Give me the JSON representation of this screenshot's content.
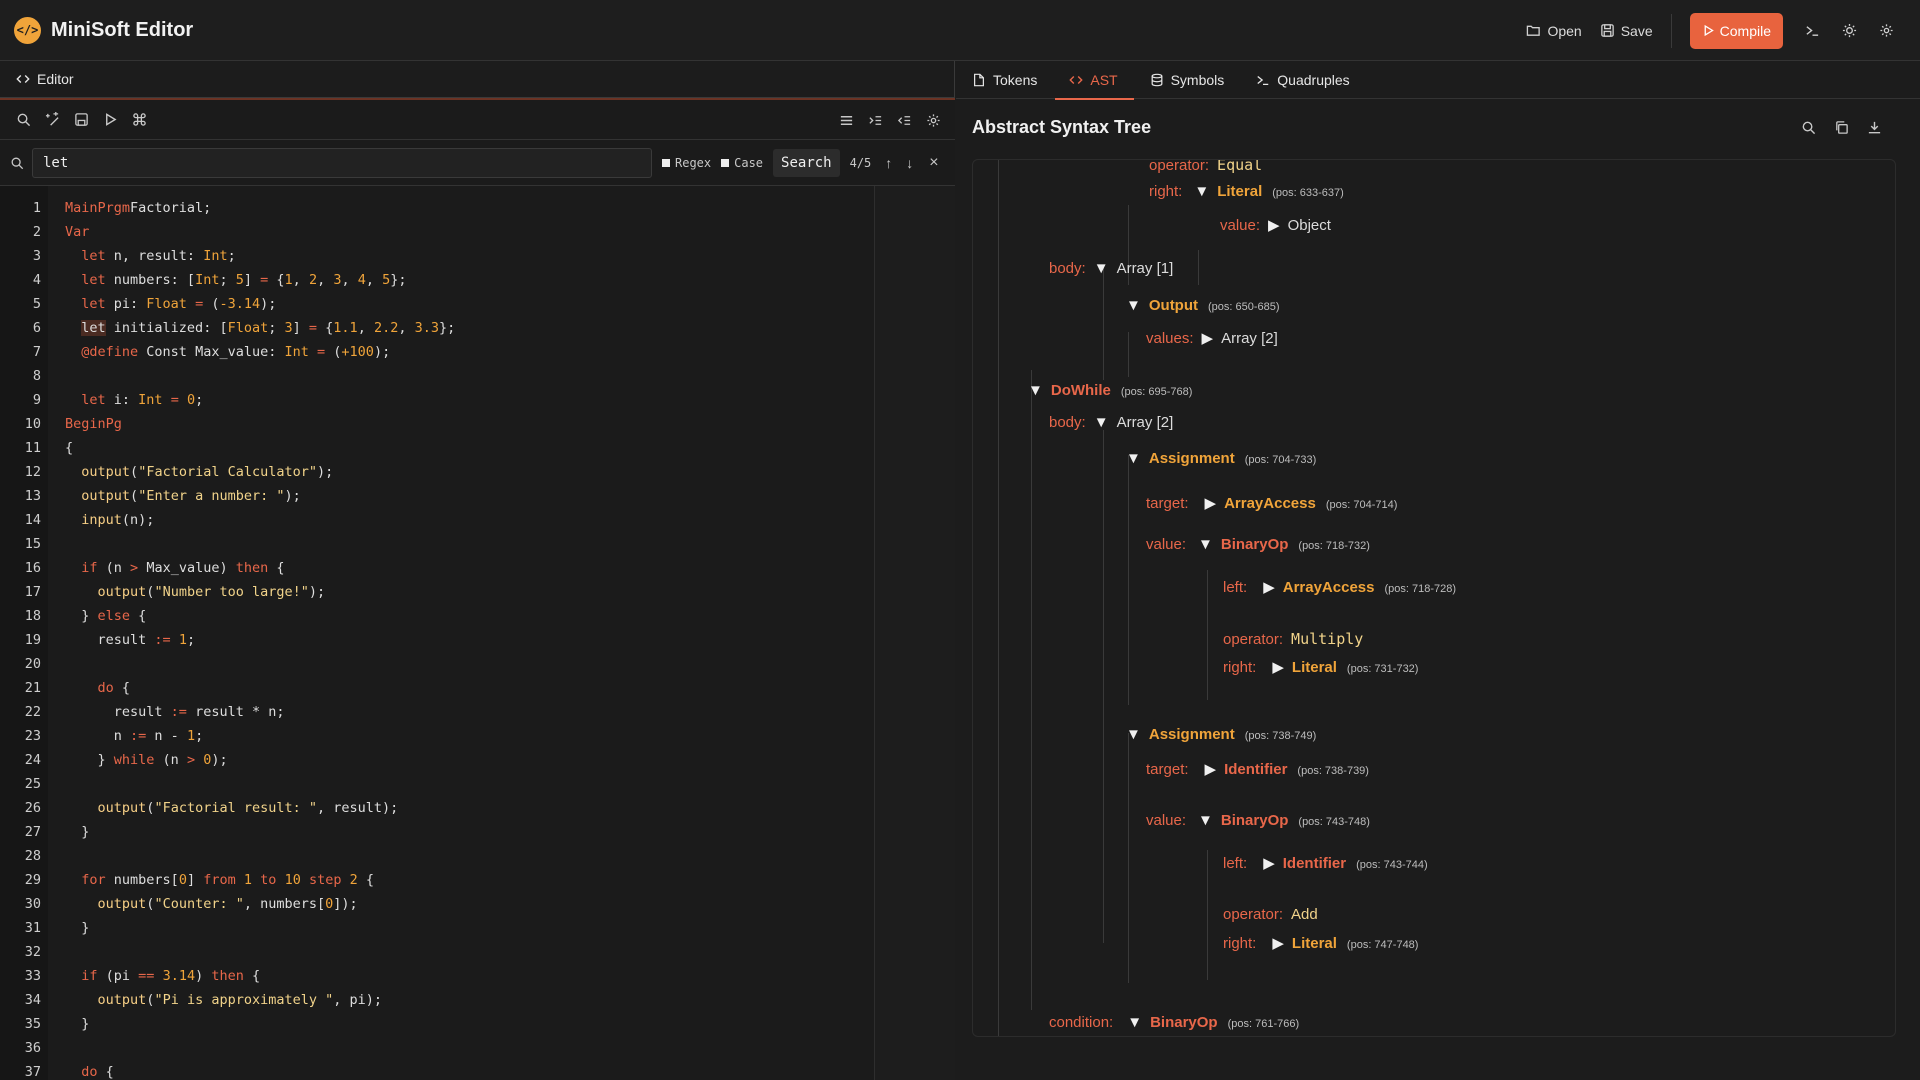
{
  "app": {
    "title": "MiniSoft Editor",
    "logo_glyph": "</>"
  },
  "toolbar": {
    "open": "Open",
    "save": "Save",
    "compile": "Compile"
  },
  "editor": {
    "tab": "Editor",
    "search": {
      "value": "let",
      "regex": "Regex",
      "case": "Case",
      "button": "Search",
      "count": "4/5",
      "up": "↑",
      "down": "↓",
      "close": "×"
    },
    "lines": [
      {
        "n": "1",
        "t": [
          [
            "kw",
            "MainPrgm"
          ],
          [
            "",
            "Factorial;"
          ]
        ]
      },
      {
        "n": "2",
        "t": [
          [
            "kw",
            "Var"
          ]
        ]
      },
      {
        "n": "3",
        "t": [
          [
            "",
            "  "
          ],
          [
            "kw",
            "let"
          ],
          [
            "",
            " n, result: "
          ],
          [
            "ty",
            "Int"
          ],
          [
            "",
            ";"
          ]
        ]
      },
      {
        "n": "4",
        "t": [
          [
            "",
            "  "
          ],
          [
            "kw",
            "let"
          ],
          [
            "",
            " numbers: ["
          ],
          [
            "ty",
            "Int"
          ],
          [
            "",
            "; "
          ],
          [
            "num",
            "5"
          ],
          [
            "",
            "] "
          ],
          [
            "kw",
            "="
          ],
          [
            "",
            " {"
          ],
          [
            "num",
            "1"
          ],
          [
            "",
            ", "
          ],
          [
            "num",
            "2"
          ],
          [
            "",
            ", "
          ],
          [
            "num",
            "3"
          ],
          [
            "",
            ", "
          ],
          [
            "num",
            "4"
          ],
          [
            "",
            ", "
          ],
          [
            "num",
            "5"
          ],
          [
            "",
            "};"
          ]
        ]
      },
      {
        "n": "5",
        "t": [
          [
            "",
            "  "
          ],
          [
            "kw",
            "let"
          ],
          [
            "",
            " pi: "
          ],
          [
            "ty",
            "Float"
          ],
          [
            "",
            " "
          ],
          [
            "kw",
            "="
          ],
          [
            "",
            " ("
          ],
          [
            "num",
            "-3.14"
          ],
          [
            "",
            ");"
          ]
        ]
      },
      {
        "n": "6",
        "t": [
          [
            "",
            "  "
          ],
          [
            "hl",
            "let"
          ],
          [
            "",
            " initialized: ["
          ],
          [
            "ty",
            "Float"
          ],
          [
            "",
            "; "
          ],
          [
            "num",
            "3"
          ],
          [
            "",
            "] "
          ],
          [
            "kw",
            "="
          ],
          [
            "",
            " {"
          ],
          [
            "num",
            "1.1"
          ],
          [
            "",
            ", "
          ],
          [
            "num",
            "2.2"
          ],
          [
            "",
            ", "
          ],
          [
            "num",
            "3.3"
          ],
          [
            "",
            "};"
          ]
        ]
      },
      {
        "n": "7",
        "t": [
          [
            "",
            "  "
          ],
          [
            "kw",
            "@define"
          ],
          [
            "",
            " Const Max_value: "
          ],
          [
            "ty",
            "Int"
          ],
          [
            "",
            " "
          ],
          [
            "kw",
            "="
          ],
          [
            "",
            " ("
          ],
          [
            "num",
            "+100"
          ],
          [
            "",
            ");"
          ]
        ]
      },
      {
        "n": "8",
        "t": []
      },
      {
        "n": "9",
        "t": [
          [
            "",
            "  "
          ],
          [
            "kw",
            "let"
          ],
          [
            "",
            " i: "
          ],
          [
            "ty",
            "Int"
          ],
          [
            "",
            " "
          ],
          [
            "kw",
            "="
          ],
          [
            "",
            " "
          ],
          [
            "num",
            "0"
          ],
          [
            "",
            ";"
          ]
        ]
      },
      {
        "n": "10",
        "t": [
          [
            "kw",
            "BeginPg"
          ]
        ]
      },
      {
        "n": "11",
        "t": [
          [
            "",
            "{"
          ]
        ]
      },
      {
        "n": "12",
        "t": [
          [
            "",
            "  "
          ],
          [
            "fn",
            "output"
          ],
          [
            "",
            "("
          ],
          [
            "str",
            "\"Factorial Calculator\""
          ],
          [
            "",
            ");"
          ]
        ]
      },
      {
        "n": "13",
        "t": [
          [
            "",
            "  "
          ],
          [
            "fn",
            "output"
          ],
          [
            "",
            "("
          ],
          [
            "str",
            "\"Enter a number: \""
          ],
          [
            "",
            ");"
          ]
        ]
      },
      {
        "n": "14",
        "t": [
          [
            "",
            "  "
          ],
          [
            "fn",
            "input"
          ],
          [
            "",
            "(n);"
          ]
        ]
      },
      {
        "n": "15",
        "t": []
      },
      {
        "n": "16",
        "t": [
          [
            "",
            "  "
          ],
          [
            "kw",
            "if"
          ],
          [
            "",
            " (n "
          ],
          [
            "kw",
            ">"
          ],
          [
            "",
            " Max_value) "
          ],
          [
            "kw",
            "then"
          ],
          [
            "",
            " {"
          ]
        ]
      },
      {
        "n": "17",
        "t": [
          [
            "",
            "    "
          ],
          [
            "fn",
            "output"
          ],
          [
            "",
            "("
          ],
          [
            "str",
            "\"Number too large!\""
          ],
          [
            "",
            ");"
          ]
        ]
      },
      {
        "n": "18",
        "t": [
          [
            "",
            "  } "
          ],
          [
            "kw",
            "else"
          ],
          [
            "",
            " {"
          ]
        ]
      },
      {
        "n": "19",
        "t": [
          [
            "",
            "    result "
          ],
          [
            "kw",
            ":="
          ],
          [
            "",
            " "
          ],
          [
            "num",
            "1"
          ],
          [
            "",
            ";"
          ]
        ]
      },
      {
        "n": "20",
        "t": []
      },
      {
        "n": "21",
        "t": [
          [
            "",
            "    "
          ],
          [
            "kw",
            "do"
          ],
          [
            "",
            " {"
          ]
        ]
      },
      {
        "n": "22",
        "t": [
          [
            "",
            "      result "
          ],
          [
            "kw",
            ":="
          ],
          [
            "",
            " result * n;"
          ]
        ]
      },
      {
        "n": "23",
        "t": [
          [
            "",
            "      n "
          ],
          [
            "kw",
            ":="
          ],
          [
            "",
            " n - "
          ],
          [
            "num",
            "1"
          ],
          [
            "",
            ";"
          ]
        ]
      },
      {
        "n": "24",
        "t": [
          [
            "",
            "    } "
          ],
          [
            "kw",
            "while"
          ],
          [
            "",
            " (n "
          ],
          [
            "kw",
            ">"
          ],
          [
            "",
            " "
          ],
          [
            "num",
            "0"
          ],
          [
            "",
            ");"
          ]
        ]
      },
      {
        "n": "25",
        "t": []
      },
      {
        "n": "26",
        "t": [
          [
            "",
            "    "
          ],
          [
            "fn",
            "output"
          ],
          [
            "",
            "("
          ],
          [
            "str",
            "\"Factorial result: \""
          ],
          [
            "",
            ", result);"
          ]
        ]
      },
      {
        "n": "27",
        "t": [
          [
            "",
            "  }"
          ]
        ]
      },
      {
        "n": "28",
        "t": []
      },
      {
        "n": "29",
        "t": [
          [
            "",
            "  "
          ],
          [
            "kw",
            "for"
          ],
          [
            "",
            " numbers["
          ],
          [
            "num",
            "0"
          ],
          [
            "",
            "] "
          ],
          [
            "kw",
            "from"
          ],
          [
            "",
            " "
          ],
          [
            "num",
            "1"
          ],
          [
            "",
            " "
          ],
          [
            "kw",
            "to"
          ],
          [
            "",
            " "
          ],
          [
            "num",
            "10"
          ],
          [
            "",
            " "
          ],
          [
            "kw",
            "step"
          ],
          [
            "",
            " "
          ],
          [
            "num",
            "2"
          ],
          [
            "",
            " {"
          ]
        ]
      },
      {
        "n": "30",
        "t": [
          [
            "",
            "    "
          ],
          [
            "fn",
            "output"
          ],
          [
            "",
            "("
          ],
          [
            "str",
            "\"Counter: \""
          ],
          [
            "",
            ", numbers["
          ],
          [
            "num",
            "0"
          ],
          [
            "",
            "]);"
          ]
        ]
      },
      {
        "n": "31",
        "t": [
          [
            "",
            "  }"
          ]
        ]
      },
      {
        "n": "32",
        "t": []
      },
      {
        "n": "33",
        "t": [
          [
            "",
            "  "
          ],
          [
            "kw",
            "if"
          ],
          [
            "",
            " (pi "
          ],
          [
            "kw",
            "=="
          ],
          [
            "",
            " "
          ],
          [
            "num",
            "3.14"
          ],
          [
            "",
            ") "
          ],
          [
            "kw",
            "then"
          ],
          [
            "",
            " {"
          ]
        ]
      },
      {
        "n": "34",
        "t": [
          [
            "",
            "    "
          ],
          [
            "fn",
            "output"
          ],
          [
            "",
            "("
          ],
          [
            "str",
            "\"Pi is approximately \""
          ],
          [
            "",
            ", pi);"
          ]
        ]
      },
      {
        "n": "35",
        "t": [
          [
            "",
            "  }"
          ]
        ]
      },
      {
        "n": "36",
        "t": []
      },
      {
        "n": "37",
        "t": [
          [
            "",
            "  "
          ],
          [
            "kw",
            "do"
          ],
          [
            "",
            " {"
          ]
        ]
      }
    ]
  },
  "panel": {
    "tabs": [
      "Tokens",
      "AST",
      "Symbols",
      "Quadruples"
    ],
    "active_tab": "AST",
    "title": "Abstract Syntax Tree",
    "tree": {
      "operator_key": "operator:",
      "operator_equal": "Equal",
      "right_key": "right:",
      "literal": "Literal",
      "pos_633": "(pos: 633-637)",
      "value_key": "value:",
      "object": "Object",
      "body_key": "body:",
      "array1": "Array [1]",
      "output": "Output",
      "pos_650": "(pos: 650-685)",
      "values_key": "values:",
      "array2": "Array [2]",
      "dowhile": "DoWhile",
      "pos_695": "(pos: 695-768)",
      "array2b": "Array [2]",
      "assignment": "Assignment",
      "pos_704": "(pos: 704-733)",
      "target_key": "target:",
      "arrayaccess": "ArrayAccess",
      "pos_704b": "(pos: 704-714)",
      "binaryop": "BinaryOp",
      "pos_718": "(pos: 718-732)",
      "left_key": "left:",
      "pos_718b": "(pos: 718-728)",
      "multiply": "Multiply",
      "pos_731": "(pos: 731-732)",
      "pos_738": "(pos: 738-749)",
      "identifier": "Identifier",
      "pos_738b": "(pos: 738-739)",
      "pos_743": "(pos: 743-748)",
      "pos_743b": "(pos: 743-744)",
      "add": "Add",
      "pos_747": "(pos: 747-748)",
      "condition_key": "condition:",
      "pos_761": "(pos: 761-766)"
    }
  },
  "colors": {
    "accent": "#e8633e",
    "keyword": "#e8674a",
    "type": "#f0a43a",
    "string": "#f1d38a"
  },
  "icons": [
    "code-icon",
    "folder-open-icon",
    "save-icon",
    "play-icon",
    "terminal-icon",
    "sun-icon",
    "gear-icon",
    "search-icon",
    "copy-icon",
    "download-icon",
    "file-icon",
    "database-icon"
  ]
}
